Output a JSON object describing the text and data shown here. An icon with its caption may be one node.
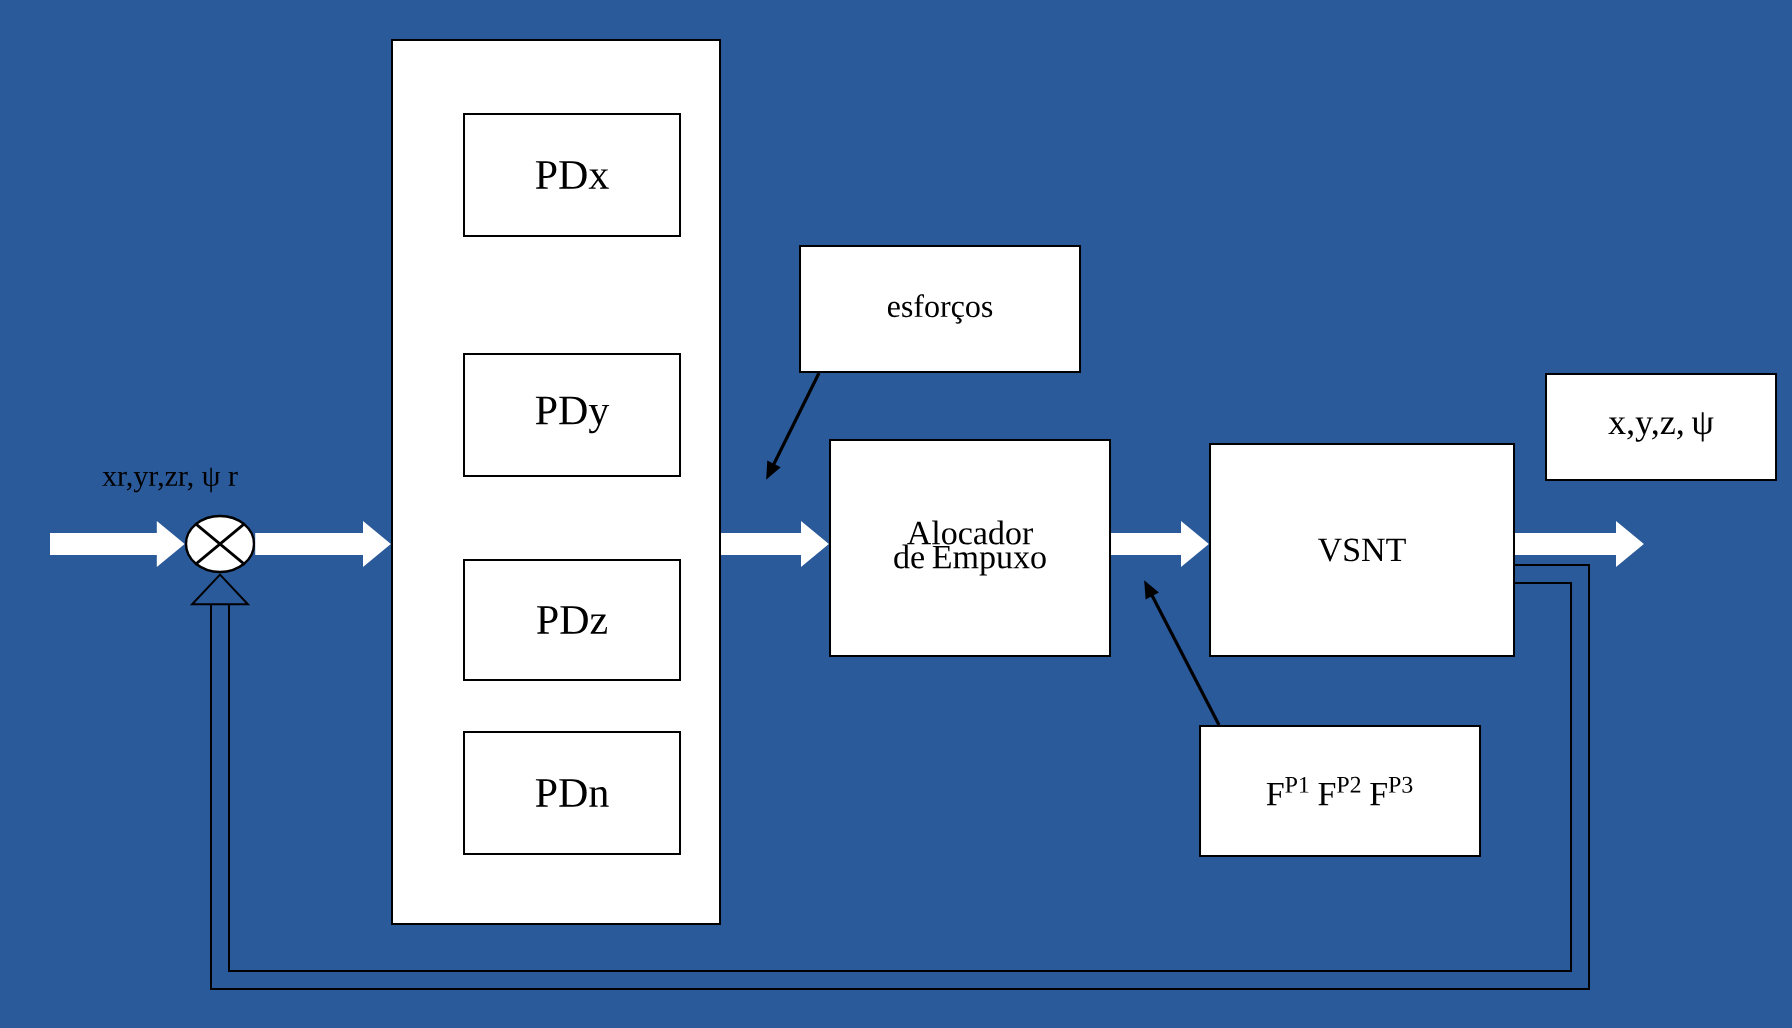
{
  "diagram": {
    "nodes": [
      {
        "text": [],
        "shape": "circle",
        "beside": [
          "xr,yr,zr, ψ r"
        ]
      },
      {
        "text": [],
        "shape": "box"
      },
      {
        "text": [
          "PDx"
        ],
        "in": 1
      },
      {
        "text": [
          "PDy"
        ],
        "in": 1
      },
      {
        "text": [
          "PDz"
        ],
        "in": 1
      },
      {
        "text": [
          "PDn"
        ],
        "in": 1
      },
      {
        "text": [
          "esforços"
        ]
      },
      {
        "text": [
          "Alocador de Empuxo"
        ]
      },
      {
        "text": [
          "VSNT"
        ]
      },
      {
        "text": [
          "F$^{P1}$ F$^{P2}$ F$^{P3}$"
        ]
      },
      {
        "text": [
          "x,y,z, ψ"
        ]
      }
    ],
    "edges": [
      {
        "from": null,
        "to": 0,
        "arrow": "to"
      },
      {
        "from": 0,
        "to": 1,
        "arrow": "to"
      },
      {
        "from": 1,
        "to": 7,
        "arrow": "to"
      },
      {
        "from": 7,
        "to": 8,
        "arrow": "to"
      },
      {
        "from": 8,
        "to": null,
        "arrow": "to"
      },
      {
        "from": 6,
        "to": null,
        "arrow": "to",
        "color": "#000000"
      },
      {
        "from": 9,
        "to": null,
        "arrow": "to",
        "color": "#000000"
      },
      {
        "from": 8,
        "to": 0,
        "arrow": "to",
        "color": "#000000"
      }
    ]
  }
}
